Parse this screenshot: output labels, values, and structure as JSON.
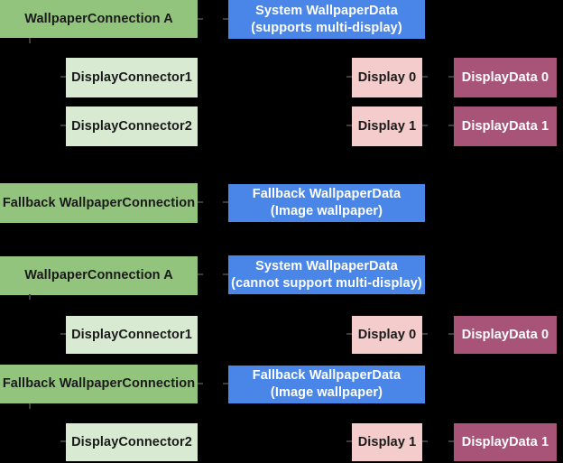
{
  "palette": {
    "background": "#000000",
    "wallpaper_connection_green": "#93c47d",
    "display_connector_light_green": "#d9ead3",
    "wallpaper_data_blue": "#4a86e8",
    "display_pink": "#f4cccc",
    "display_data_magenta": "#a85478",
    "text_dark": "#1a1a1a",
    "text_light": "#ffffff"
  },
  "boxes": [
    {
      "name": "wallpaper-connection-a",
      "line1": "WallpaperConnection A"
    },
    {
      "name": "system-wallpaper-data-multi",
      "line1": "System WallpaperData",
      "line2": "(supports multi-display)"
    },
    {
      "name": "display-connector-1",
      "line1": "DisplayConnector1"
    },
    {
      "name": "display-0",
      "line1": "Display 0"
    },
    {
      "name": "display-data-0",
      "line1": "DisplayData 0"
    },
    {
      "name": "display-connector-2",
      "line1": "DisplayConnector2"
    },
    {
      "name": "display-1",
      "line1": "Display 1"
    },
    {
      "name": "display-data-1",
      "line1": "DisplayData 1"
    },
    {
      "name": "fallback-wallpaper-connection",
      "line1": "Fallback WallpaperConnection"
    },
    {
      "name": "fallback-wallpaper-data",
      "line1": "Fallback WallpaperData",
      "line2": "(Image wallpaper)"
    },
    {
      "name": "wallpaper-connection-a-2",
      "line1": "WallpaperConnection A"
    },
    {
      "name": "system-wallpaper-data-single",
      "line1": "System WallpaperData",
      "line2": "(cannot support multi-display)"
    },
    {
      "name": "display-connector-1-2",
      "line1": "DisplayConnector1"
    },
    {
      "name": "display-0-2",
      "line1": "Display 0"
    },
    {
      "name": "display-data-0-2",
      "line1": "DisplayData 0"
    },
    {
      "name": "fallback-wallpaper-connection-2",
      "line1": "Fallback WallpaperConnection"
    },
    {
      "name": "fallback-wallpaper-data-2",
      "line1": "Fallback WallpaperData",
      "line2": "(Image wallpaper)"
    },
    {
      "name": "display-connector-2-2",
      "line1": "DisplayConnector2"
    },
    {
      "name": "display-1-2",
      "line1": "Display 1"
    },
    {
      "name": "display-data-1-2",
      "line1": "DisplayData 1"
    }
  ]
}
